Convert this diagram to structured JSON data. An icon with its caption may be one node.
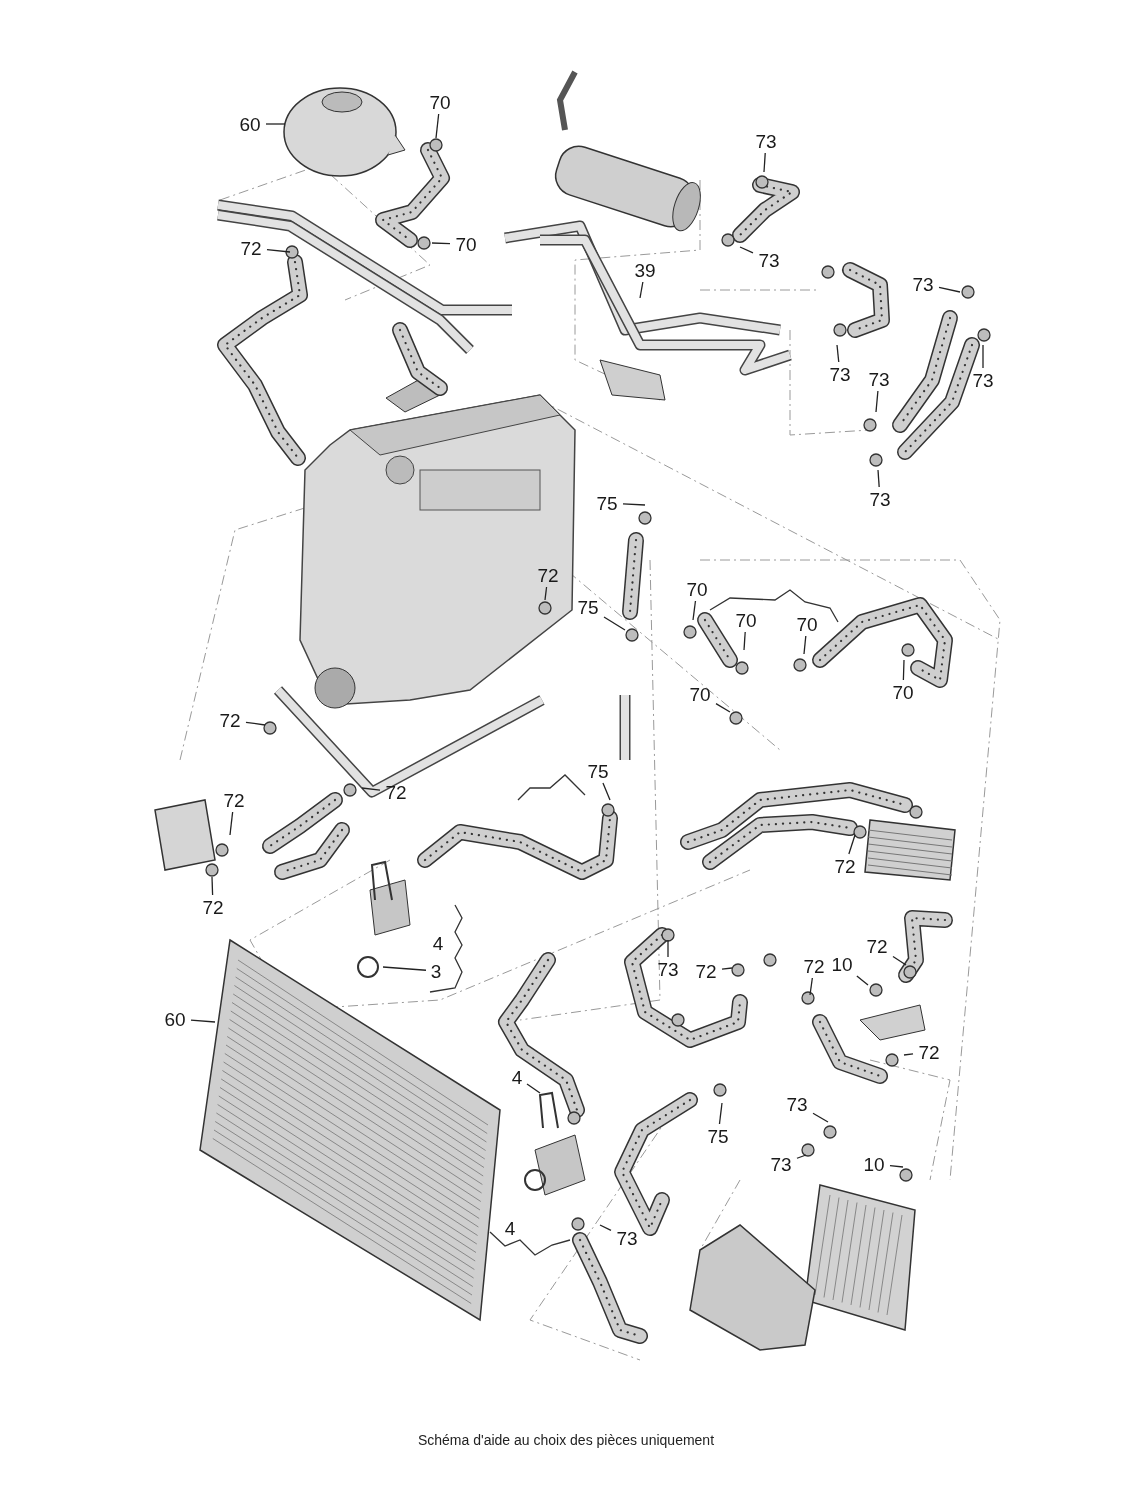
{
  "diagram": {
    "caption": "Schéma d'aide au choix des pièces uniquement",
    "nodes": [
      {
        "text": [
          "60"
        ]
      },
      {
        "text": [
          "70"
        ]
      },
      {
        "text": [
          "70"
        ]
      },
      {
        "text": [
          "72"
        ]
      },
      {
        "text": [
          "73"
        ]
      },
      {
        "text": [
          "73"
        ]
      },
      {
        "text": [
          "39"
        ]
      },
      {
        "text": [
          "73"
        ]
      },
      {
        "text": [
          "73"
        ]
      },
      {
        "text": [
          "73"
        ]
      },
      {
        "text": [
          "73"
        ]
      },
      {
        "text": [
          "73"
        ]
      },
      {
        "text": [
          "75"
        ]
      },
      {
        "text": [
          "72"
        ]
      },
      {
        "text": [
          "75"
        ]
      },
      {
        "text": [
          "70"
        ]
      },
      {
        "text": [
          "70"
        ]
      },
      {
        "text": [
          "70"
        ]
      },
      {
        "text": [
          "70"
        ]
      },
      {
        "text": [
          "70"
        ]
      },
      {
        "text": [
          "72"
        ]
      },
      {
        "text": [
          "72"
        ]
      },
      {
        "text": [
          "72"
        ]
      },
      {
        "text": [
          "75"
        ]
      },
      {
        "text": [
          "72"
        ]
      },
      {
        "text": [
          "3"
        ]
      },
      {
        "text": [
          "60"
        ]
      },
      {
        "text": [
          "73"
        ]
      },
      {
        "text": [
          "72"
        ]
      },
      {
        "text": [
          "72"
        ]
      },
      {
        "text": [
          "10"
        ]
      },
      {
        "text": [
          "72"
        ]
      },
      {
        "text": [
          "72"
        ]
      },
      {
        "text": [
          "4"
        ]
      },
      {
        "text": [
          "75"
        ]
      },
      {
        "text": [
          "73"
        ]
      },
      {
        "text": [
          "73"
        ]
      },
      {
        "text": [
          "10"
        ]
      },
      {
        "text": [
          "73"
        ]
      },
      {
        "text": [
          "72"
        ]
      }
    ],
    "edges": [
      {
        "from": 0,
        "to": null,
        "arrow": "none"
      },
      {
        "from": 1,
        "to": null,
        "arrow": "none"
      },
      {
        "from": 2,
        "to": null,
        "arrow": "none"
      },
      {
        "from": 3,
        "to": null,
        "arrow": "none"
      },
      {
        "from": 4,
        "to": null,
        "arrow": "none"
      },
      {
        "from": 5,
        "to": null,
        "arrow": "none"
      },
      {
        "from": 6,
        "to": null,
        "arrow": "none"
      },
      {
        "from": 7,
        "to": null,
        "arrow": "none"
      },
      {
        "from": 8,
        "to": null,
        "arrow": "none"
      },
      {
        "from": 9,
        "to": null,
        "arrow": "none"
      },
      {
        "from": 10,
        "to": null,
        "arrow": "none"
      },
      {
        "from": 11,
        "to": null,
        "arrow": "none"
      },
      {
        "from": 12,
        "to": null,
        "arrow": "none"
      },
      {
        "from": 13,
        "to": null,
        "arrow": "none"
      },
      {
        "from": 14,
        "to": null,
        "arrow": "none"
      },
      {
        "from": 15,
        "to": null,
        "arrow": "none"
      },
      {
        "from": 16,
        "to": null,
        "arrow": "none"
      },
      {
        "from": 17,
        "to": null,
        "arrow": "none"
      },
      {
        "from": 18,
        "to": null,
        "arrow": "none"
      },
      {
        "from": 19,
        "to": null,
        "arrow": "none"
      },
      {
        "from": 20,
        "to": null,
        "arrow": "none"
      },
      {
        "from": 21,
        "to": null,
        "arrow": "none"
      },
      {
        "from": 22,
        "to": null,
        "arrow": "none"
      },
      {
        "from": 23,
        "to": null,
        "arrow": "none"
      },
      {
        "from": 24,
        "to": null,
        "arrow": "none"
      },
      {
        "from": 25,
        "to": null,
        "arrow": "none"
      },
      {
        "from": 26,
        "to": null,
        "arrow": "none"
      },
      {
        "from": 27,
        "to": null,
        "arrow": "none"
      },
      {
        "from": 28,
        "to": null,
        "arrow": "none"
      },
      {
        "from": 29,
        "to": null,
        "arrow": "none"
      },
      {
        "from": 30,
        "to": null,
        "arrow": "none"
      },
      {
        "from": 31,
        "to": null,
        "arrow": "none"
      },
      {
        "from": 32,
        "to": null,
        "arrow": "none"
      },
      {
        "from": 33,
        "to": null,
        "arrow": "none"
      },
      {
        "from": 34,
        "to": null,
        "arrow": "none"
      },
      {
        "from": 35,
        "to": null,
        "arrow": "none"
      },
      {
        "from": 36,
        "to": null,
        "arrow": "none"
      },
      {
        "from": 37,
        "to": null,
        "arrow": "none"
      },
      {
        "from": 38,
        "to": null,
        "arrow": "none"
      },
      {
        "from": 39,
        "to": null,
        "arrow": "none"
      }
    ],
    "labels": [
      "4",
      "4"
    ]
  }
}
